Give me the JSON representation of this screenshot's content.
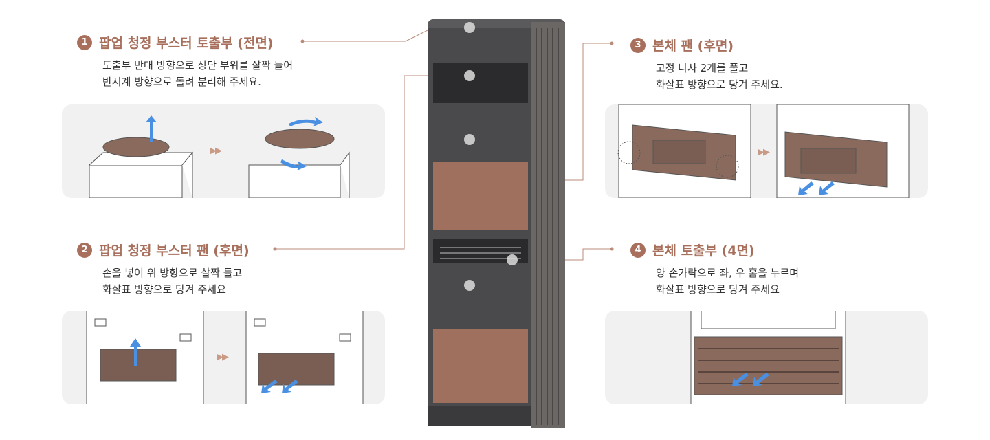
{
  "steps": [
    {
      "num": "1",
      "title": "팝업 청정 부스터 토출부 (전면)",
      "lines": [
        "도출부 반대 방향으로 상단 부위를 살짝 들어",
        "반시계 방향으로 돌려 분리해 주세요."
      ]
    },
    {
      "num": "2",
      "title": "팝업 청정 부스터 팬 (후면)",
      "lines": [
        "손을 넣어 위 방향으로 살짝 들고",
        "화살표 방향으로 당겨 주세요"
      ]
    },
    {
      "num": "3",
      "title": "본체 팬 (후면)",
      "lines": [
        "고정 나사 2개를 풀고",
        "화살표 방향으로 당겨 주세요."
      ]
    },
    {
      "num": "4",
      "title": "본체 토출부 (4면)",
      "lines": [
        "양 손가락으로 좌, 우 홈을 누르며",
        "화살표 방향으로 당겨 주세요"
      ]
    }
  ],
  "next_arrow": "▶▶",
  "colors": {
    "accent": "#a8705c",
    "panel": "#f1f1f1",
    "body": "#4a4a4c",
    "filter": "#a0705e",
    "arrow": "#4a90e2"
  }
}
